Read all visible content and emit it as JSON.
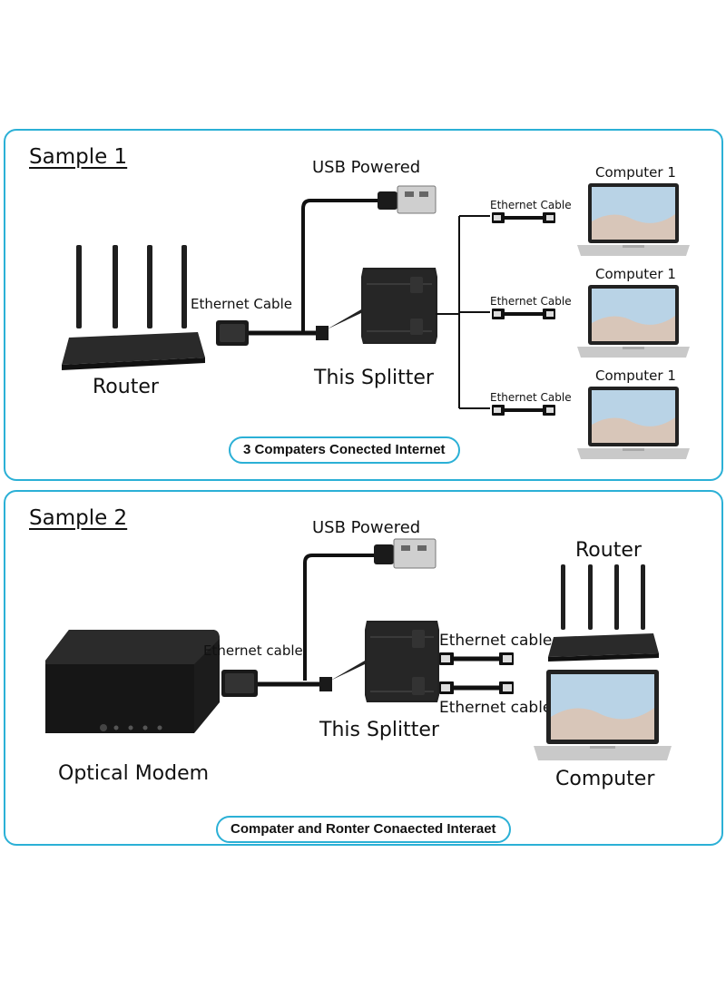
{
  "sample1": {
    "title": "Sample 1",
    "usb_label": "USB Powered",
    "ethernet_in_label": "Ethernet Cable",
    "router_label": "Router",
    "splitter_label": "This Splitter",
    "outputs": [
      {
        "cable_label": "Ethernet Cable",
        "computer_label": "Computer 1"
      },
      {
        "cable_label": "Ethernet Cable",
        "computer_label": "Computer 1"
      },
      {
        "cable_label": "Ethernet Cable",
        "computer_label": "Computer 1"
      }
    ],
    "caption": "3 Compaters Conected Internet"
  },
  "sample2": {
    "title": "Sample 2",
    "usb_label": "USB Powered",
    "ethernet_in_label": "Ethernet cable",
    "modem_label": "Optical Modem",
    "splitter_label": "This Splitter",
    "router_label": "Router",
    "computer_label": "Computer",
    "cable_top_label": "Ethernet cable",
    "cable_bottom_label": "Ethernet cable",
    "caption": "Compater and Ronter Conaected Interaet"
  },
  "colors": {
    "accent": "#2bb0d6",
    "device_dark": "#1f1f1f",
    "laptop_silver": "#c9c9c9",
    "screen_sky": "#b9d3e6"
  },
  "icons": [
    "router-icon",
    "usb-plug-icon",
    "ethernet-splitter-icon",
    "rj45-connector-icon",
    "laptop-icon",
    "optical-modem-icon"
  ]
}
